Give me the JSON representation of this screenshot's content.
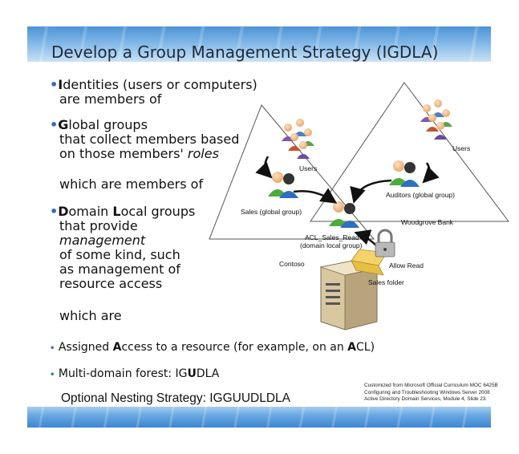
{
  "title": "Develop a Group Management Strategy (IGDLA)",
  "bullets": {
    "identities": {
      "lead": "I",
      "rest_line1": "dentities (users or computers)",
      "line2": "are members of"
    },
    "global": {
      "lead": "G",
      "rest_line1": "lobal groups",
      "line2": "that collect members based",
      "line3_prefix": "on those members' ",
      "line3_italic": "roles"
    },
    "which_members": "which are members of",
    "domain_local": {
      "lead1": "D",
      "mid1": "omain ",
      "lead2": "L",
      "rest_line1": "ocal groups",
      "line2": "that provide",
      "line3_italic": "management",
      "line4": "of some kind, such",
      "line5": "as management of",
      "line6": "resource access"
    },
    "which_are": "which are",
    "assigned": {
      "pre": "Assigned ",
      "a1": "A",
      "mid": "ccess to a resource (for example, on an ",
      "a2": "A",
      "post": "CL)"
    },
    "multidomain": {
      "pre": "Multi-domain forest: IG",
      "u": "U",
      "post": "DLA"
    }
  },
  "optional_nesting": "Optional Nesting Strategy: IGGUUDLDLA",
  "credit": [
    "Customized from Microsoft Official Curriculum MOC 6425B",
    "Configuring and Troubleshooting Windows Server 2008",
    "Active Directory Domain Services, Module 4, Slide 23."
  ],
  "diagram": {
    "users_left": "Users",
    "users_right": "Users",
    "sales_group": "Sales (global group)",
    "auditors_group": "Auditors (global group)",
    "woodgrove": "Woodgrove Bank",
    "acl_line1": "ACL_Sales_Read",
    "acl_line2": "(domain local group)",
    "contoso": "Contoso",
    "allow_read": "Allow Read",
    "sales_folder": "Sales folder"
  },
  "colors": {
    "accent_bullet": "#2b6fc0",
    "banner": "#5a9de0"
  }
}
